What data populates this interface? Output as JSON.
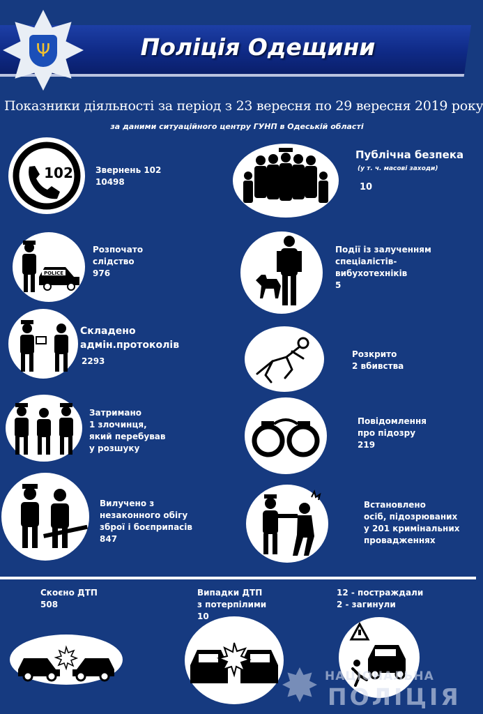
{
  "header": {
    "title": "Поліція Одещини",
    "heading": "Показники діяльності за період з 23 вересня по 29 вересня 2019 року",
    "subheading": "за даними ситуаційного центру ГУНП в Одеській області",
    "emblem_icon": "trident-icon"
  },
  "left_items": [
    {
      "lines": [
        "Звернень 102",
        "10498"
      ],
      "icon": "phone-102-icon",
      "badge": "102"
    },
    {
      "lines": [
        "Розпочато",
        "слідство",
        "976"
      ],
      "icon": "police-car-icon",
      "badge": "POLICE"
    },
    {
      "lines": [
        "Складено",
        "адмін.протоколів",
        "2293"
      ],
      "icon": "officer-issuing-ticket-icon"
    },
    {
      "lines": [
        "Затримано",
        "1 злочинця,",
        "який перебував",
        "у розшуку"
      ],
      "icon": "detained-suspect-icon"
    },
    {
      "lines": [
        "Вилучено з",
        "незаконного обігу",
        "зброї і боєприпасів",
        "847"
      ],
      "icon": "confiscated-weapon-icon"
    }
  ],
  "right_items": [
    {
      "title": "Публічна безпека",
      "note": "(у т. ч. масові заходи)",
      "value": "10",
      "icon": "crowd-icon"
    },
    {
      "lines": [
        "Події  із залученням",
        "спеціалістів-вибухотехніків",
        "5"
      ],
      "icon": "canine-officer-icon"
    },
    {
      "lines": [
        "Розкрито",
        "2 вбивства"
      ],
      "icon": "body-outline-icon"
    },
    {
      "lines": [
        "Повідомлення",
        "про підозру",
        "219"
      ],
      "icon": "handcuffs-icon"
    },
    {
      "lines": [
        "Встановлено",
        "осіб,  підозрюваних",
        "у 201 кримінальних",
        "провадженнях"
      ],
      "icon": "arrest-icon"
    }
  ],
  "bottom_items": [
    {
      "lines": [
        "Скоєно ДТП",
        "508"
      ],
      "icon": "car-crash-icon"
    },
    {
      "lines": [
        "Випадки    ДТП",
        "з потерпілими",
        "10"
      ],
      "icon": "head-on-collision-icon"
    },
    {
      "lines": [
        "12 - постраждали",
        "2 - загинули"
      ],
      "icon": "pedestrian-hit-icon"
    }
  ],
  "watermark": {
    "line1": "НАЦІОНАЛЬНА",
    "line2": "ПОЛІЦІЯ"
  },
  "colors": {
    "background": "#163a80",
    "banner": "#0f2a86",
    "icon": "#000000",
    "circle": "#ffffff"
  }
}
